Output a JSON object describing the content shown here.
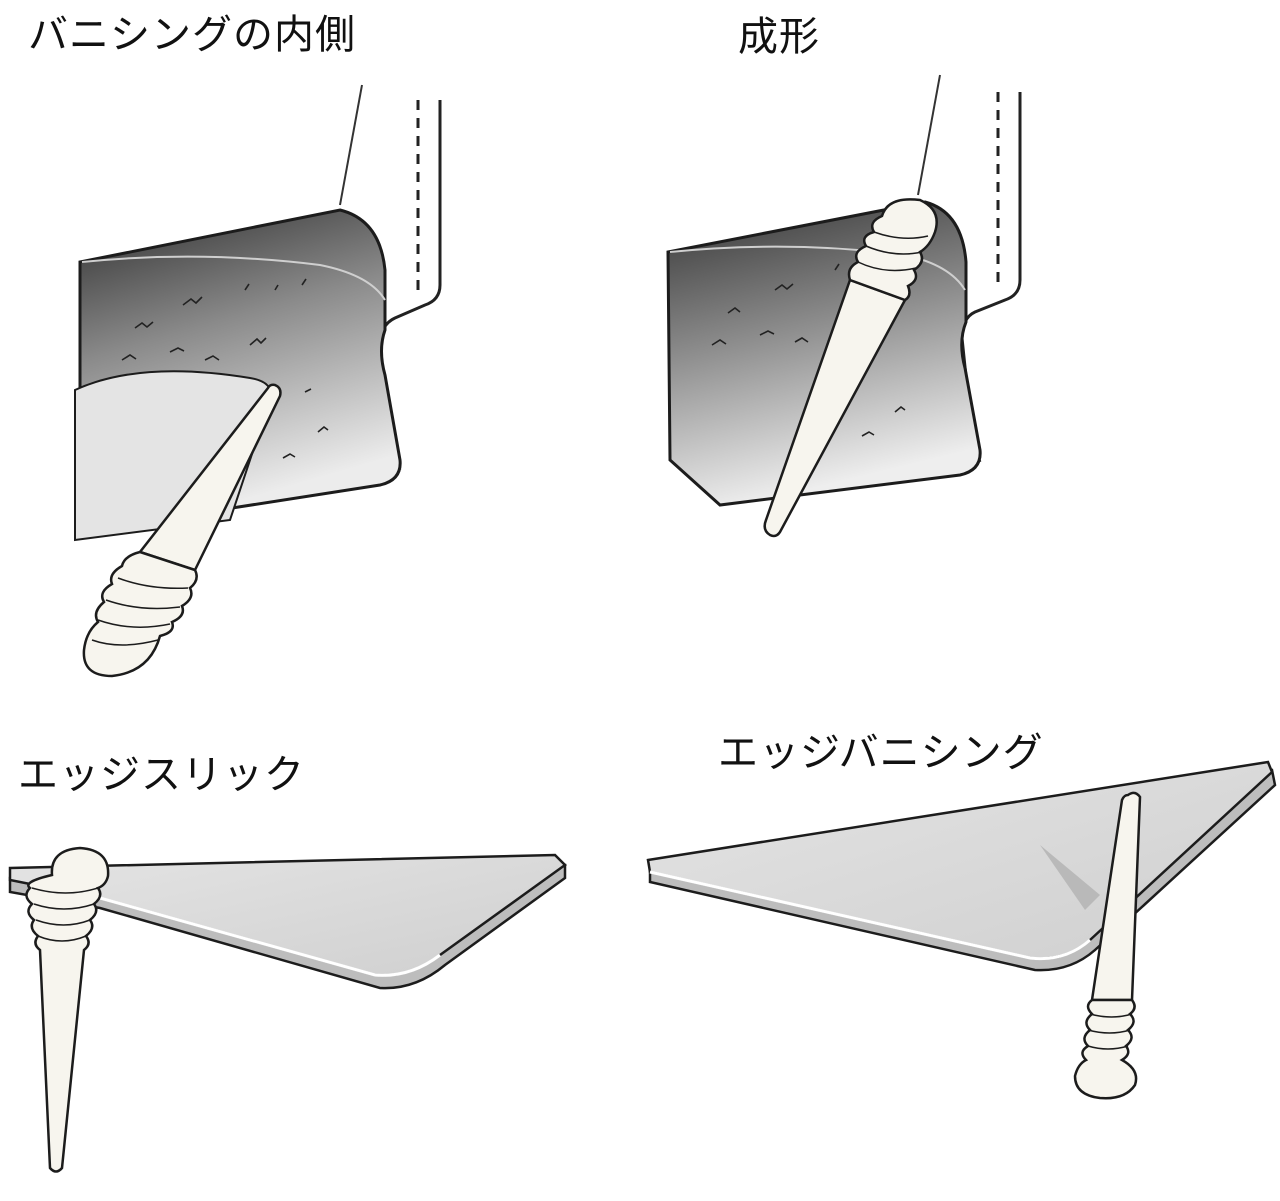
{
  "panels": [
    {
      "label": "バニシングの内側"
    },
    {
      "label": "成形"
    },
    {
      "label": "エッジスリック"
    },
    {
      "label": "エッジバニシング"
    }
  ],
  "colors": {
    "leather_dark": "#3a3a3a",
    "leather_light": "#e6e6e6",
    "sheet": "#dcdcdc",
    "tool": "#f7f5ee",
    "outline": "#1c1c1c"
  }
}
